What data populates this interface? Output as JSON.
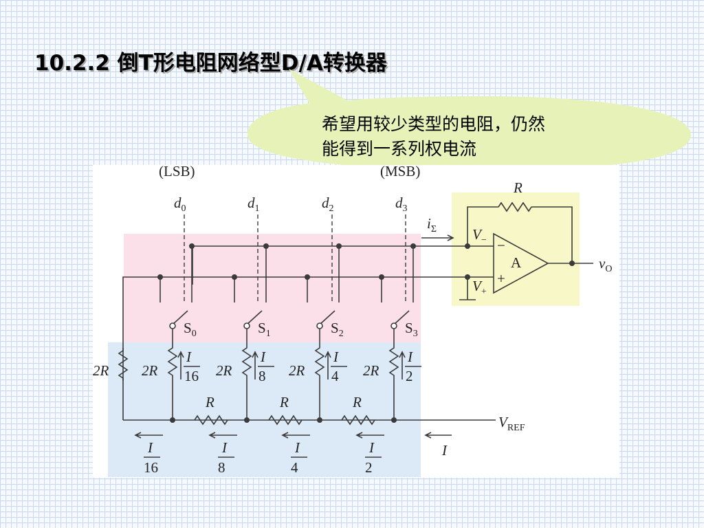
{
  "slide": {
    "title": "10.2.2 倒T形电阻网络型D/A转换器",
    "callout_line1": "希望用较少类型的电阻，仍然",
    "callout_line2": "能得到一系列权电流"
  },
  "circuit": {
    "lsb_label": "(LSB)",
    "msb_label": "(MSB)",
    "bits": [
      {
        "d": "d",
        "d_sub": "0",
        "s": "S",
        "s_sub": "0",
        "branch_num": "I",
        "branch_den": "16",
        "node_num": "I",
        "node_den": "16"
      },
      {
        "d": "d",
        "d_sub": "1",
        "s": "S",
        "s_sub": "1",
        "branch_num": "I",
        "branch_den": "8",
        "node_num": "I",
        "node_den": "8"
      },
      {
        "d": "d",
        "d_sub": "2",
        "s": "S",
        "s_sub": "2",
        "branch_num": "I",
        "branch_den": "4",
        "node_num": "I",
        "node_den": "4"
      },
      {
        "d": "d",
        "d_sub": "3",
        "s": "S",
        "s_sub": "3",
        "branch_num": "I",
        "branch_den": "2",
        "node_num": "I",
        "node_den": "2"
      }
    ],
    "resistor_2r": "2R",
    "resistor_r": "R",
    "feedback_r": "R",
    "opamp_label": "A",
    "vminus": "V",
    "vminus_sub": "−",
    "vplus": "V",
    "vplus_sub": "+",
    "isum": "i",
    "isum_sub": "Σ",
    "vout": "v",
    "vout_sub": "O",
    "vref": "V",
    "vref_sub": "REF",
    "iin": "I",
    "minus_sign": "−",
    "plus_sign": "+"
  },
  "colors": {
    "switch_area": "#fbe0ea",
    "ladder_area": "#dce9f7",
    "opamp_area": "#f8f7c8",
    "callout": "#e6f2b8"
  }
}
